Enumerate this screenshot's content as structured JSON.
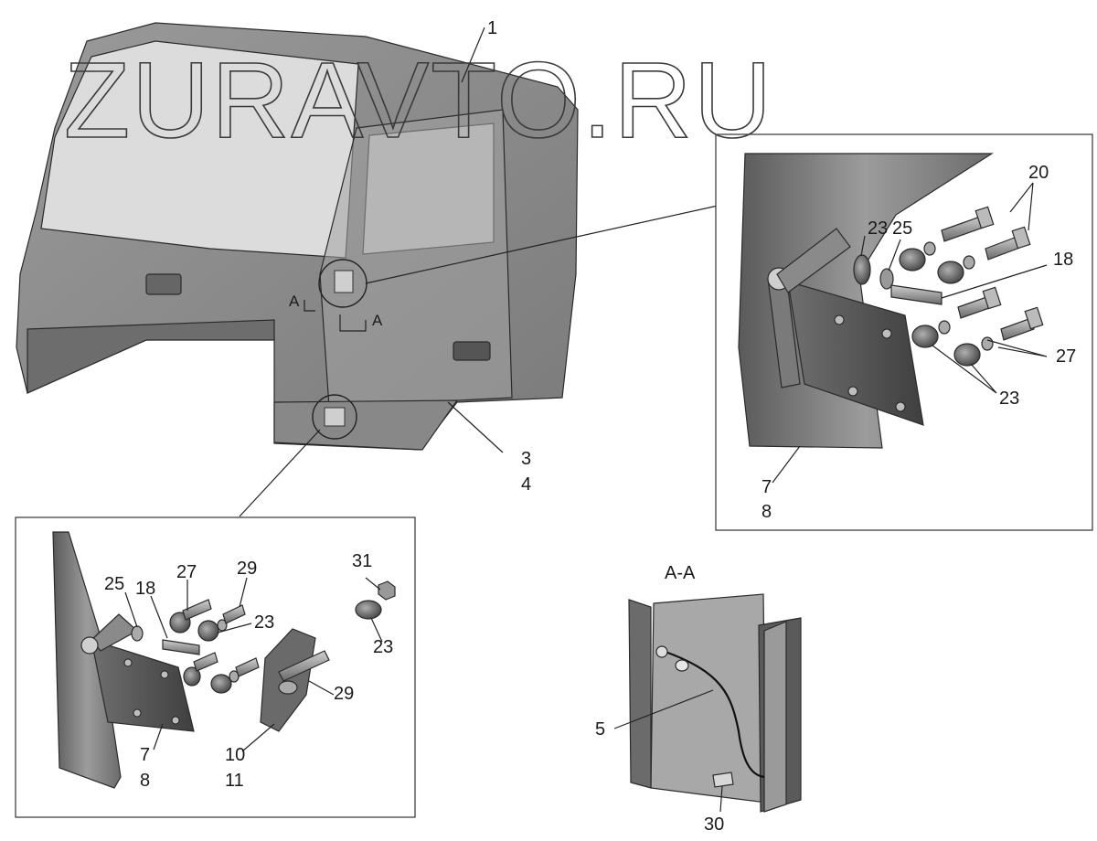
{
  "watermark": "ZURAVTO.RU",
  "section": {
    "title": "A-A",
    "marker": "A"
  },
  "callouts": {
    "main": {
      "c1": "1",
      "c3": "3",
      "c4": "4"
    },
    "upper_detail": {
      "c20": "20",
      "c23a": "23",
      "c25": "25",
      "c18": "18",
      "c27": "27",
      "c23b": "23",
      "c7": "7",
      "c8": "8"
    },
    "lower_detail": {
      "c25": "25",
      "c18": "18",
      "c27": "27",
      "c29a": "29",
      "c23a": "23",
      "c31": "31",
      "c23b": "23",
      "c29b": "29",
      "c7": "7",
      "c8": "8",
      "c10": "10",
      "c11": "11"
    },
    "section_view": {
      "c5": "5",
      "c30": "30"
    }
  },
  "colors": {
    "part_fill": "#8e8e8e",
    "part_dark": "#4a4a4a",
    "glass": "#d6d6d6",
    "line": "#222222"
  }
}
